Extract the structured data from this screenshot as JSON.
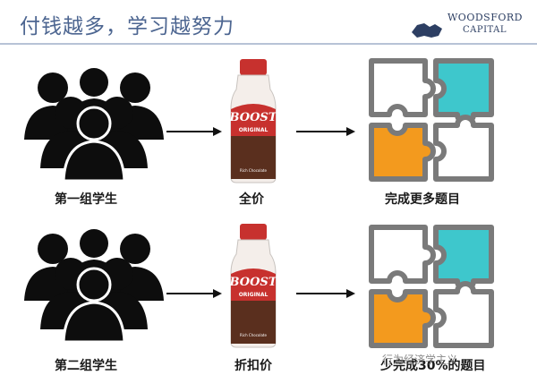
{
  "header": {
    "title": "付钱越多，学习越努力",
    "logo": {
      "line1": "WOODSFORD",
      "line2": "CAPITAL"
    }
  },
  "groups": [
    {
      "people_label": "第一组学生",
      "price_label": "全价",
      "result_label": "完成更多题目",
      "product_text": {
        "brand": "BOOST",
        "variant": "ORIGINAL",
        "flavor": "Rich Chocolate"
      },
      "puzzle_colors": [
        "#ffffff",
        "#3ec7cc",
        "#f39a1e",
        "#ffffff"
      ]
    },
    {
      "people_label": "第二组学生",
      "price_label": "折扣价",
      "result_label": "少完成30%的题目",
      "product_text": {
        "brand": "BOOST",
        "variant": "ORIGINAL",
        "flavor": "Rich Chocolate"
      },
      "puzzle_colors": [
        "#ffffff",
        "#3ec7cc",
        "#f39a1e",
        "#ffffff"
      ]
    }
  ],
  "watermark": "行为经济学主义",
  "colors": {
    "title": "#4d6691",
    "outline": "#7a7a7a",
    "teal": "#3ec7cc",
    "orange": "#f39a1e",
    "bottle_red": "#c7312e"
  }
}
